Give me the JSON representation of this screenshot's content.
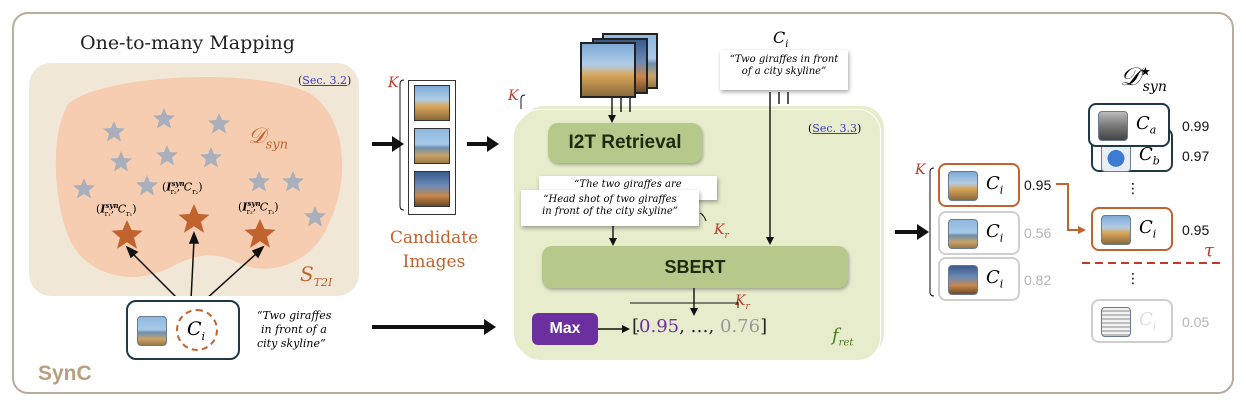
{
  "title": "One-to-many Mapping",
  "sec_left": "Sec. 3.2",
  "sec_right": "Sec. 3.3",
  "d_syn": "𝒟",
  "d_syn_sub": "syn",
  "s_t2i": "S",
  "s_t2i_sub": "T2I",
  "star_labels": [
    {
      "img_sub": "r₁",
      "cap_sub": "r₁"
    },
    {
      "img_sub": "r₂",
      "cap_sub": "r₂"
    },
    {
      "img_sub": "r₃",
      "cap_sub": "r₃"
    }
  ],
  "ci": "C",
  "ci_sub": "i",
  "caption_quote_left": "“Two giraffes in front of a city skyline”",
  "caption_quote_left_lines": [
    "“Two giraffes",
    "in front of a",
    "city skyline”"
  ],
  "k_label": "K",
  "candidate_images_label": [
    "Candidate",
    "Images"
  ],
  "ci_top": "C",
  "ci_top_sub": "i",
  "top_caption_lines": [
    "“Two giraffes in front",
    "of a city skyline”"
  ],
  "i2t_label": "I2T Retrieval",
  "ret_caption_back": "“The two giraffes are",
  "ret_caption_front_lines": [
    "“Head shot of two giraffes",
    "in front of the city skyline”"
  ],
  "kr_label": "K",
  "kr_sub": "r",
  "sbert_label": "SBERT",
  "max_label": "Max",
  "vector_open": "[",
  "vector_v1": "0.95",
  "vector_mid": ", …, ",
  "vector_v2": "0.76",
  "vector_close": "]",
  "f_ret": "f",
  "f_ret_sub": "ret",
  "mid_scores": [
    "0.95",
    "0.56",
    "0.82"
  ],
  "right_title": "𝒟",
  "right_title_sub": "syn",
  "right_title_sup": "★",
  "right_cards": [
    {
      "label": "C",
      "sub": "a",
      "score": "0.99"
    },
    {
      "label": "C",
      "sub": "b",
      "score": "0.97"
    },
    {
      "label": "C",
      "sub": "i",
      "score": "0.95"
    },
    {
      "label": "C",
      "sub": "i",
      "score": "0.05"
    }
  ],
  "ellipsis": "⋮",
  "tau": "τ",
  "sync_label": "SynC",
  "colors": {
    "orange": "#c0632e",
    "purple": "#6b2fa0",
    "green_panel": "#e6eccc",
    "green_box": "#b7c98a",
    "beige_panel": "#f1e7d7",
    "blob": "#f6cdb0",
    "star_gray": "#a9b0bb",
    "red": "#c0392b",
    "dark": "#1f3a46"
  }
}
